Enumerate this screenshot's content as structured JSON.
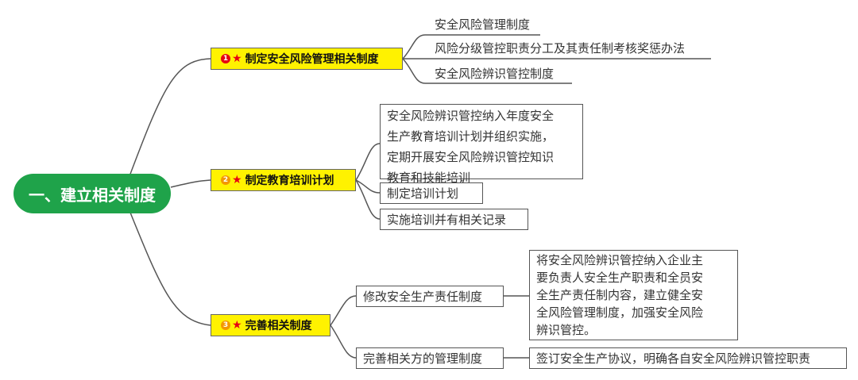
{
  "colors": {
    "root_bg": "#1fa34a",
    "branch_bg": "#fff200",
    "badge": "#e60012",
    "badge3": "#f39800",
    "line": "#555555"
  },
  "root": {
    "label": "一、建立相关制度"
  },
  "branches": [
    {
      "badge": "1",
      "label": "制定安全风险管理相关制度"
    },
    {
      "badge": "2",
      "label": "制定教育培训计划"
    },
    {
      "badge": "3",
      "label": "完善相关制度"
    }
  ],
  "b1_items": [
    "安全风险管理制度",
    "风险分级管控职责分工及其责任制考核奖惩办法",
    "安全风险辨识管控制度"
  ],
  "b2_items": [
    [
      "安全风险辨识管控纳入年度安全",
      "生产教育培训计划并组织实施，",
      "定期开展安全风险辨识管控知识",
      "教育和技能培训"
    ],
    "制定培训计划",
    "实施培训并有相关记录"
  ],
  "b3_items": [
    {
      "label": "修改安全生产责任制度",
      "detail": [
        "将安全风险辨识管控纳入企业主",
        "要负责人安全生产职责和全员安",
        "全生产责任制内容，建立健全安",
        "全风险管理制度，加强安全风险",
        "辨识管控。"
      ]
    },
    {
      "label": "完善相关方的管理制度",
      "detail": "签订安全生产协议，明确各自安全风险辨识管控职责"
    }
  ]
}
